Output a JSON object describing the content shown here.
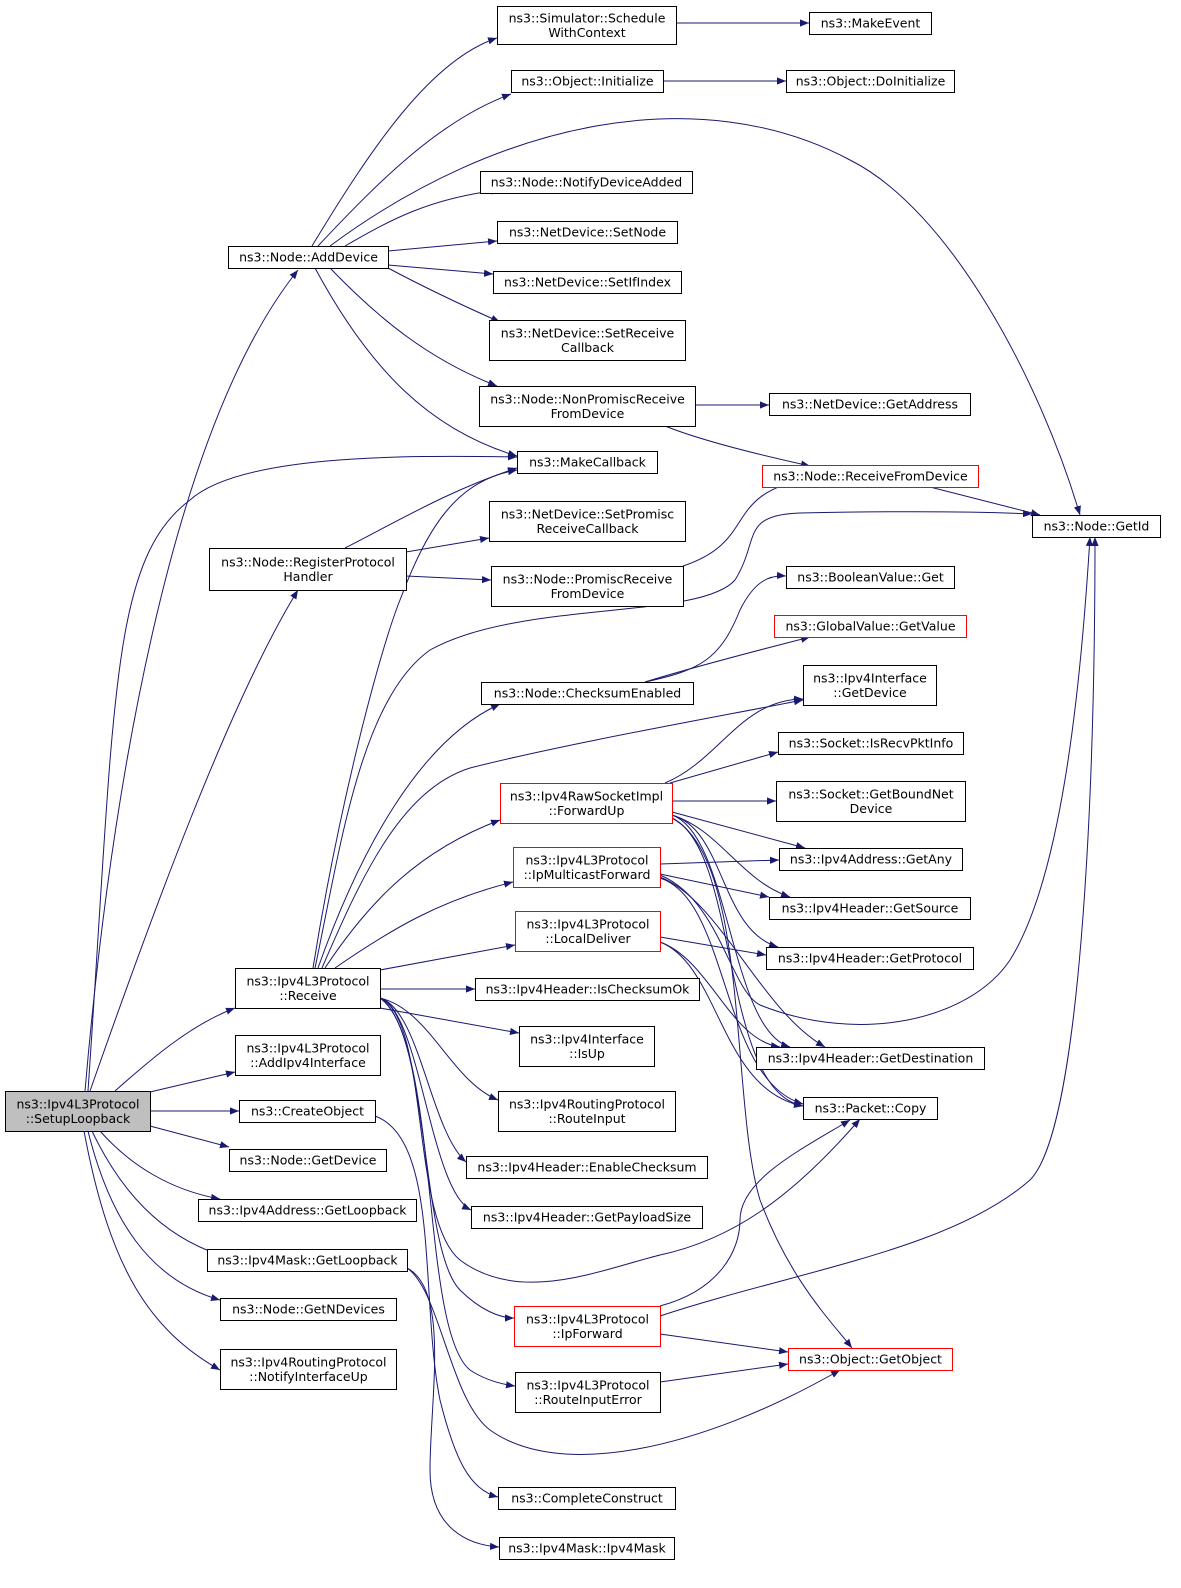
{
  "colors": {
    "edge": "#191970",
    "box_border": "#000000",
    "box_highlight_border": "#ff0000",
    "root_fill": "#bfbfbf",
    "box_fill": "#ffffff",
    "text": "#000000"
  },
  "nodes": [
    {
      "id": "root",
      "lines": [
        "ns3::Ipv4L3Protocol",
        "::SetupLoopback"
      ],
      "style": "root"
    },
    {
      "id": "node_adddevice",
      "lines": [
        "ns3::Node::AddDevice"
      ],
      "style": "normal"
    },
    {
      "id": "node_registerprotocolhandler",
      "lines": [
        "ns3::Node::RegisterProtocol",
        "Handler"
      ],
      "style": "normal"
    },
    {
      "id": "ipv4l3_receive",
      "lines": [
        "ns3::Ipv4L3Protocol",
        "::Receive"
      ],
      "style": "normal"
    },
    {
      "id": "ipv4l3_addipv4interface",
      "lines": [
        "ns3::Ipv4L3Protocol",
        "::AddIpv4Interface"
      ],
      "style": "normal"
    },
    {
      "id": "createobject",
      "lines": [
        "ns3::CreateObject"
      ],
      "style": "normal"
    },
    {
      "id": "node_getdevice",
      "lines": [
        "ns3::Node::GetDevice"
      ],
      "style": "normal"
    },
    {
      "id": "ipv4address_getloopback",
      "lines": [
        "ns3::Ipv4Address::GetLoopback"
      ],
      "style": "normal"
    },
    {
      "id": "ipv4mask_getloopback",
      "lines": [
        "ns3::Ipv4Mask::GetLoopback"
      ],
      "style": "normal"
    },
    {
      "id": "node_getndevices",
      "lines": [
        "ns3::Node::GetNDevices"
      ],
      "style": "normal"
    },
    {
      "id": "ipv4routingprotocol_notifyinterfaceup",
      "lines": [
        "ns3::Ipv4RoutingProtocol",
        "::NotifyInterfaceUp"
      ],
      "style": "normal"
    },
    {
      "id": "simulator_schedulewithcontext",
      "lines": [
        "ns3::Simulator::Schedule",
        "WithContext"
      ],
      "style": "normal"
    },
    {
      "id": "object_initialize",
      "lines": [
        "ns3::Object::Initialize"
      ],
      "style": "normal"
    },
    {
      "id": "node_notifydeviceadded",
      "lines": [
        "ns3::Node::NotifyDeviceAdded"
      ],
      "style": "normal"
    },
    {
      "id": "netdevice_setnode",
      "lines": [
        "ns3::NetDevice::SetNode"
      ],
      "style": "normal"
    },
    {
      "id": "netdevice_setifindex",
      "lines": [
        "ns3::NetDevice::SetIfIndex"
      ],
      "style": "normal"
    },
    {
      "id": "netdevice_setreceivecallback",
      "lines": [
        "ns3::NetDevice::SetReceive",
        "Callback"
      ],
      "style": "normal"
    },
    {
      "id": "node_nonpromiscreceivefromdevice",
      "lines": [
        "ns3::Node::NonPromiscReceive",
        "FromDevice"
      ],
      "style": "normal"
    },
    {
      "id": "makecallback",
      "lines": [
        "ns3::MakeCallback"
      ],
      "style": "normal"
    },
    {
      "id": "netdevice_setpromiscreceivecallback",
      "lines": [
        "ns3::NetDevice::SetPromisc",
        "ReceiveCallback"
      ],
      "style": "normal"
    },
    {
      "id": "node_promiscreceivefromdevice",
      "lines": [
        "ns3::Node::PromiscReceive",
        "FromDevice"
      ],
      "style": "normal"
    },
    {
      "id": "node_checksumenabled",
      "lines": [
        "ns3::Node::ChecksumEnabled"
      ],
      "style": "normal"
    },
    {
      "id": "ipv4rawsocketimpl_forwardup",
      "lines": [
        "ns3::Ipv4RawSocketImpl",
        "::ForwardUp"
      ],
      "style": "highlight"
    },
    {
      "id": "ipv4l3_ipmulticastforward",
      "lines": [
        "ns3::Ipv4L3Protocol",
        "::IpMulticastForward"
      ],
      "style": "highlight"
    },
    {
      "id": "ipv4l3_localdeliver",
      "lines": [
        "ns3::Ipv4L3Protocol",
        "::LocalDeliver"
      ],
      "style": "highlight"
    },
    {
      "id": "ipv4header_ischecksumok",
      "lines": [
        "ns3::Ipv4Header::IsChecksumOk"
      ],
      "style": "normal"
    },
    {
      "id": "ipv4interface_isup",
      "lines": [
        "ns3::Ipv4Interface",
        "::IsUp"
      ],
      "style": "normal"
    },
    {
      "id": "ipv4routingprotocol_routeinput",
      "lines": [
        "ns3::Ipv4RoutingProtocol",
        "::RouteInput"
      ],
      "style": "normal"
    },
    {
      "id": "ipv4header_enablechecksum",
      "lines": [
        "ns3::Ipv4Header::EnableChecksum"
      ],
      "style": "normal"
    },
    {
      "id": "ipv4header_getpayloadsize",
      "lines": [
        "ns3::Ipv4Header::GetPayloadSize"
      ],
      "style": "normal"
    },
    {
      "id": "ipv4l3_ipforward",
      "lines": [
        "ns3::Ipv4L3Protocol",
        "::IpForward"
      ],
      "style": "highlight"
    },
    {
      "id": "ipv4l3_routeinputerror",
      "lines": [
        "ns3::Ipv4L3Protocol",
        "::RouteInputError"
      ],
      "style": "normal"
    },
    {
      "id": "completeconstruct",
      "lines": [
        "ns3::CompleteConstruct"
      ],
      "style": "normal"
    },
    {
      "id": "ipv4mask_ipv4mask",
      "lines": [
        "ns3::Ipv4Mask::Ipv4Mask"
      ],
      "style": "normal"
    },
    {
      "id": "makeevent",
      "lines": [
        "ns3::MakeEvent"
      ],
      "style": "normal"
    },
    {
      "id": "object_doinitialize",
      "lines": [
        "ns3::Object::DoInitialize"
      ],
      "style": "normal"
    },
    {
      "id": "netdevice_getaddress",
      "lines": [
        "ns3::NetDevice::GetAddress"
      ],
      "style": "normal"
    },
    {
      "id": "node_receivefromdevice",
      "lines": [
        "ns3::Node::ReceiveFromDevice"
      ],
      "style": "highlight"
    },
    {
      "id": "node_getid",
      "lines": [
        "ns3::Node::GetId"
      ],
      "style": "normal"
    },
    {
      "id": "booleanvalue_get",
      "lines": [
        "ns3::BooleanValue::Get"
      ],
      "style": "normal"
    },
    {
      "id": "globalvalue_getvalue",
      "lines": [
        "ns3::GlobalValue::GetValue"
      ],
      "style": "highlight"
    },
    {
      "id": "ipv4interface_getdevice",
      "lines": [
        "ns3::Ipv4Interface",
        "::GetDevice"
      ],
      "style": "normal"
    },
    {
      "id": "socket_isrecvpktinfo",
      "lines": [
        "ns3::Socket::IsRecvPktInfo"
      ],
      "style": "normal"
    },
    {
      "id": "socket_getboundnetdevice",
      "lines": [
        "ns3::Socket::GetBoundNet",
        "Device"
      ],
      "style": "normal"
    },
    {
      "id": "ipv4address_getany",
      "lines": [
        "ns3::Ipv4Address::GetAny"
      ],
      "style": "normal"
    },
    {
      "id": "ipv4header_getsource",
      "lines": [
        "ns3::Ipv4Header::GetSource"
      ],
      "style": "normal"
    },
    {
      "id": "ipv4header_getprotocol",
      "lines": [
        "ns3::Ipv4Header::GetProtocol"
      ],
      "style": "normal"
    },
    {
      "id": "ipv4header_getdestination",
      "lines": [
        "ns3::Ipv4Header::GetDestination"
      ],
      "style": "normal"
    },
    {
      "id": "packet_copy",
      "lines": [
        "ns3::Packet::Copy"
      ],
      "style": "normal"
    },
    {
      "id": "object_getobject",
      "lines": [
        "ns3::Object::GetObject"
      ],
      "style": "highlight"
    }
  ],
  "edges": [
    [
      "root",
      "node_adddevice"
    ],
    [
      "root",
      "makecallback"
    ],
    [
      "root",
      "node_registerprotocolhandler"
    ],
    [
      "root",
      "ipv4l3_receive"
    ],
    [
      "root",
      "ipv4l3_addipv4interface"
    ],
    [
      "root",
      "createobject"
    ],
    [
      "root",
      "node_getdevice"
    ],
    [
      "root",
      "ipv4address_getloopback"
    ],
    [
      "root",
      "ipv4mask_getloopback"
    ],
    [
      "root",
      "node_getndevices"
    ],
    [
      "root",
      "ipv4routingprotocol_notifyinterfaceup"
    ],
    [
      "node_adddevice",
      "simulator_schedulewithcontext"
    ],
    [
      "node_adddevice",
      "object_initialize"
    ],
    [
      "node_adddevice",
      "node_getid"
    ],
    [
      "node_adddevice",
      "node_notifydeviceadded"
    ],
    [
      "node_adddevice",
      "netdevice_setnode"
    ],
    [
      "node_adddevice",
      "netdevice_setifindex"
    ],
    [
      "node_adddevice",
      "netdevice_setreceivecallback"
    ],
    [
      "node_adddevice",
      "node_nonpromiscreceivefromdevice"
    ],
    [
      "node_adddevice",
      "makecallback"
    ],
    [
      "simulator_schedulewithcontext",
      "makeevent"
    ],
    [
      "object_initialize",
      "object_doinitialize"
    ],
    [
      "node_nonpromiscreceivefromdevice",
      "netdevice_getaddress"
    ],
    [
      "node_nonpromiscreceivefromdevice",
      "node_receivefromdevice"
    ],
    [
      "node_receivefromdevice",
      "node_getid"
    ],
    [
      "node_registerprotocolhandler",
      "makecallback"
    ],
    [
      "node_registerprotocolhandler",
      "netdevice_setpromiscreceivecallback"
    ],
    [
      "node_registerprotocolhandler",
      "node_promiscreceivefromdevice"
    ],
    [
      "node_promiscreceivefromdevice",
      "node_receivefromdevice"
    ],
    [
      "ipv4l3_receive",
      "makecallback"
    ],
    [
      "ipv4l3_receive",
      "node_getid"
    ],
    [
      "ipv4l3_receive",
      "node_checksumenabled"
    ],
    [
      "ipv4l3_receive",
      "ipv4interface_getdevice"
    ],
    [
      "ipv4l3_receive",
      "ipv4rawsocketimpl_forwardup"
    ],
    [
      "ipv4l3_receive",
      "ipv4l3_ipmulticastforward"
    ],
    [
      "ipv4l3_receive",
      "ipv4l3_localdeliver"
    ],
    [
      "ipv4l3_receive",
      "ipv4header_ischecksumok"
    ],
    [
      "ipv4l3_receive",
      "ipv4interface_isup"
    ],
    [
      "ipv4l3_receive",
      "ipv4routingprotocol_routeinput"
    ],
    [
      "ipv4l3_receive",
      "ipv4header_enablechecksum"
    ],
    [
      "ipv4l3_receive",
      "ipv4header_getpayloadsize"
    ],
    [
      "ipv4l3_receive",
      "packet_copy"
    ],
    [
      "ipv4l3_receive",
      "ipv4l3_ipforward"
    ],
    [
      "ipv4l3_receive",
      "ipv4l3_routeinputerror"
    ],
    [
      "node_checksumenabled",
      "booleanvalue_get"
    ],
    [
      "node_checksumenabled",
      "globalvalue_getvalue"
    ],
    [
      "ipv4rawsocketimpl_forwardup",
      "ipv4interface_getdevice"
    ],
    [
      "ipv4rawsocketimpl_forwardup",
      "socket_isrecvpktinfo"
    ],
    [
      "ipv4rawsocketimpl_forwardup",
      "socket_getboundnetdevice"
    ],
    [
      "ipv4rawsocketimpl_forwardup",
      "ipv4address_getany"
    ],
    [
      "ipv4rawsocketimpl_forwardup",
      "ipv4header_getsource"
    ],
    [
      "ipv4rawsocketimpl_forwardup",
      "ipv4header_getprotocol"
    ],
    [
      "ipv4rawsocketimpl_forwardup",
      "ipv4header_getdestination"
    ],
    [
      "ipv4rawsocketimpl_forwardup",
      "packet_copy"
    ],
    [
      "ipv4rawsocketimpl_forwardup",
      "object_getobject"
    ],
    [
      "ipv4l3_ipmulticastforward",
      "ipv4address_getany"
    ],
    [
      "ipv4l3_ipmulticastforward",
      "ipv4header_getsource"
    ],
    [
      "ipv4l3_ipmulticastforward",
      "node_getid"
    ],
    [
      "ipv4l3_ipmulticastforward",
      "ipv4header_getdestination"
    ],
    [
      "ipv4l3_ipmulticastforward",
      "packet_copy"
    ],
    [
      "ipv4l3_localdeliver",
      "ipv4header_getprotocol"
    ],
    [
      "ipv4l3_localdeliver",
      "ipv4header_getdestination"
    ],
    [
      "ipv4l3_localdeliver",
      "packet_copy"
    ],
    [
      "ipv4l3_ipforward",
      "packet_copy"
    ],
    [
      "ipv4l3_ipforward",
      "node_getid"
    ],
    [
      "ipv4l3_ipforward",
      "object_getobject"
    ],
    [
      "ipv4l3_routeinputerror",
      "object_getobject"
    ],
    [
      "createobject",
      "completeconstruct"
    ],
    [
      "ipv4mask_getloopback",
      "ipv4mask_ipv4mask"
    ],
    [
      "ipv4mask_getloopback",
      "object_getobject"
    ]
  ]
}
